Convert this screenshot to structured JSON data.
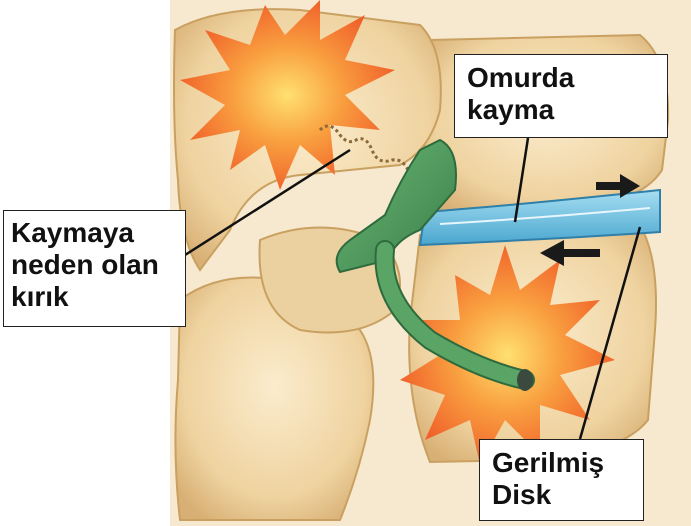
{
  "labels": {
    "fracture": [
      "Kaymaya",
      "neden olan",
      "kırık"
    ],
    "slip": [
      "Omurda",
      "kayma"
    ],
    "stretched_disc": [
      "Gerilmiş",
      "Disk"
    ]
  },
  "colors": {
    "bone": "#f0d7a6",
    "bone_shadow": "#d4ae70",
    "disc": "#74c2e2",
    "nerve": "#4f9a5e",
    "burst_orange": "#f26a2e",
    "burst_yellow": "#ffd95a",
    "leader_line": "#111111"
  },
  "icons": [
    "pain-burst-icon",
    "arrow-right-icon",
    "arrow-left-icon"
  ]
}
